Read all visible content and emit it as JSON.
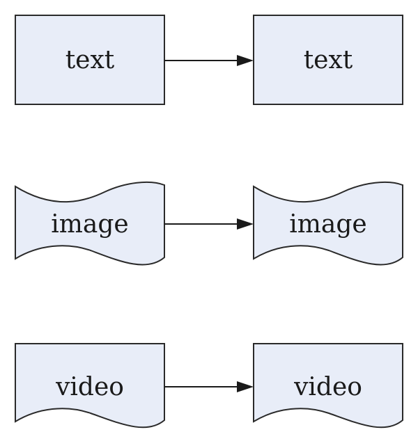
{
  "diagram": {
    "rows": [
      {
        "kind": "rectangle",
        "source": {
          "label": "text"
        },
        "target": {
          "label": "text"
        }
      },
      {
        "kind": "wave-both",
        "source": {
          "label": "image"
        },
        "target": {
          "label": "image"
        }
      },
      {
        "kind": "wave-bottom",
        "source": {
          "label": "video"
        },
        "target": {
          "label": "video"
        }
      }
    ],
    "colors": {
      "fill": "#e8edf8",
      "stroke": "#2a2a2a",
      "arrow": "#1a1a1a"
    }
  }
}
